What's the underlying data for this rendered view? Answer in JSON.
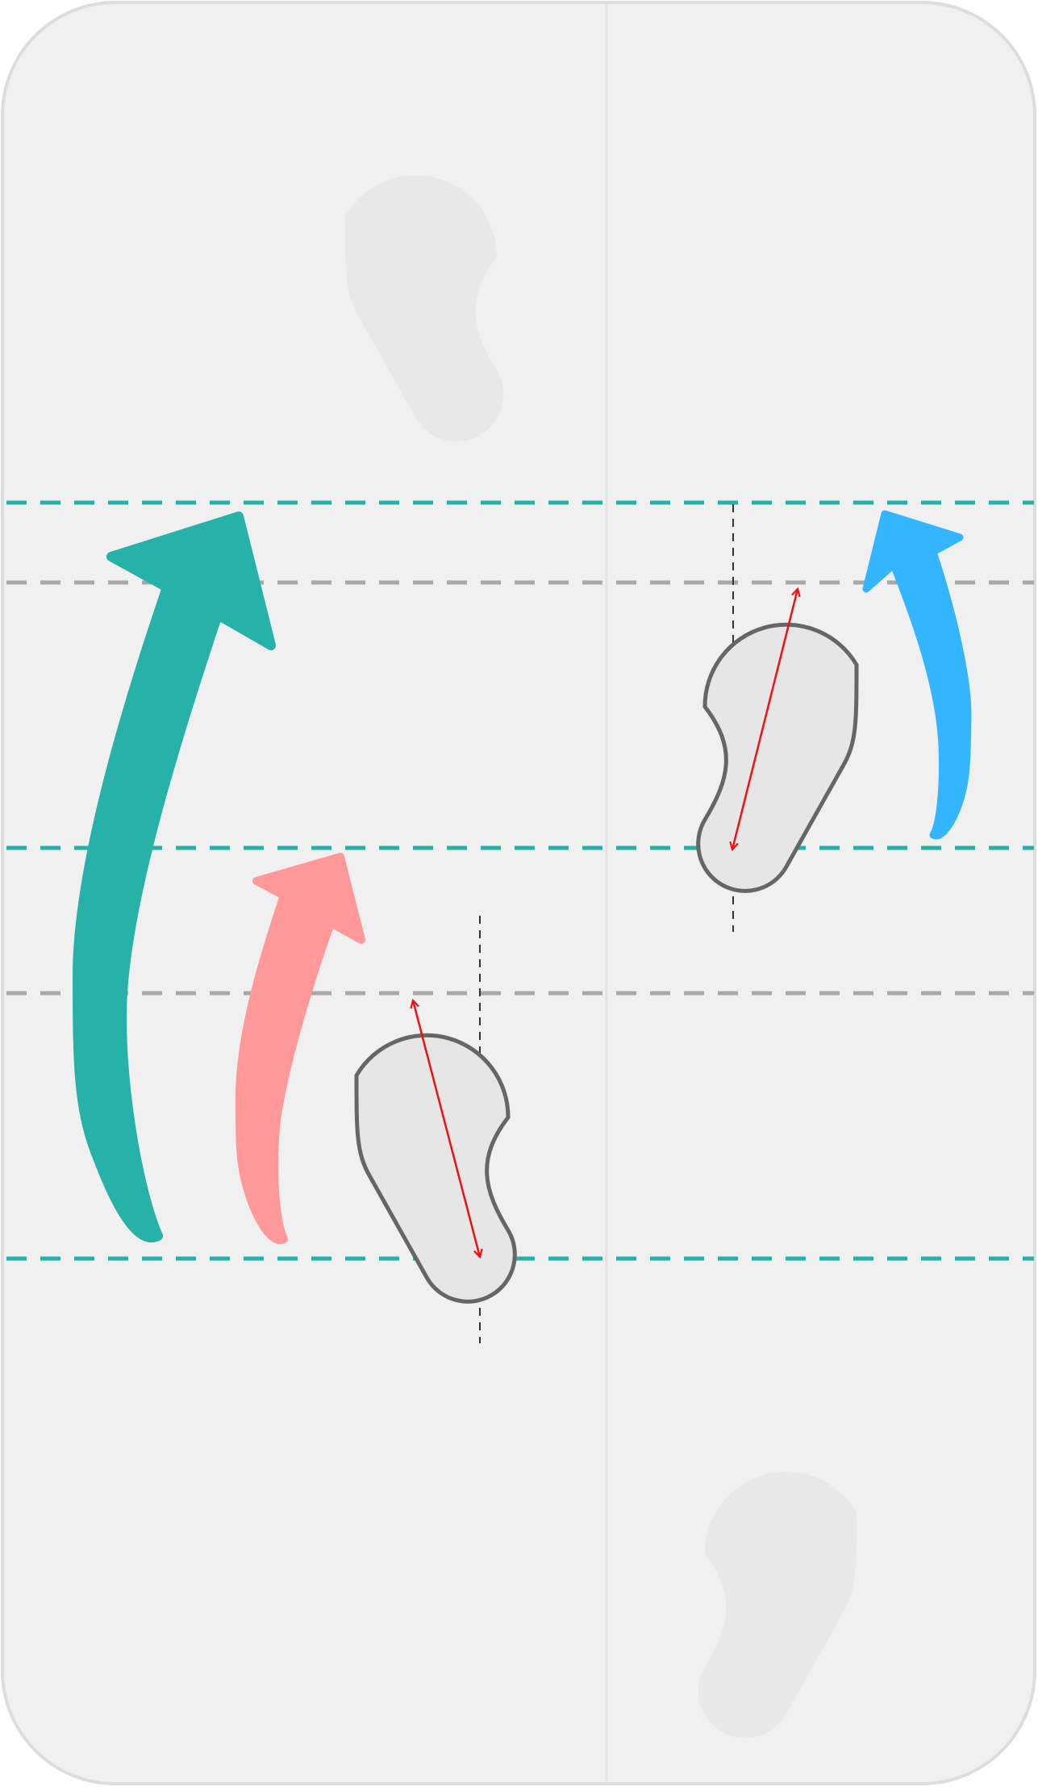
{
  "diagram": {
    "type": "footwork-diagram",
    "court": {
      "fill": "#f0f0f0",
      "border": "#dddddd",
      "center_line": "#e2e2e2"
    },
    "ghost_feet": {
      "fill": "#e8e8e8",
      "count": 2
    },
    "feet": [
      {
        "side": "left",
        "fill": "#e6e6e6",
        "stroke": "#666666",
        "stride_color": "#ee1111"
      },
      {
        "side": "right",
        "fill": "#e6e6e6",
        "stroke": "#666666",
        "stride_color": "#ee1111"
      }
    ],
    "guides": {
      "teal_dash": "#26b1a8",
      "gray_dash": "#a8a8a8",
      "axis_dash": "#333333"
    },
    "arrows": [
      {
        "name": "large-teal-arrow",
        "color": "#26b2a8"
      },
      {
        "name": "pink-arrow",
        "color": "#ff9898"
      },
      {
        "name": "blue-arrow",
        "color": "#33b5ff"
      }
    ]
  }
}
